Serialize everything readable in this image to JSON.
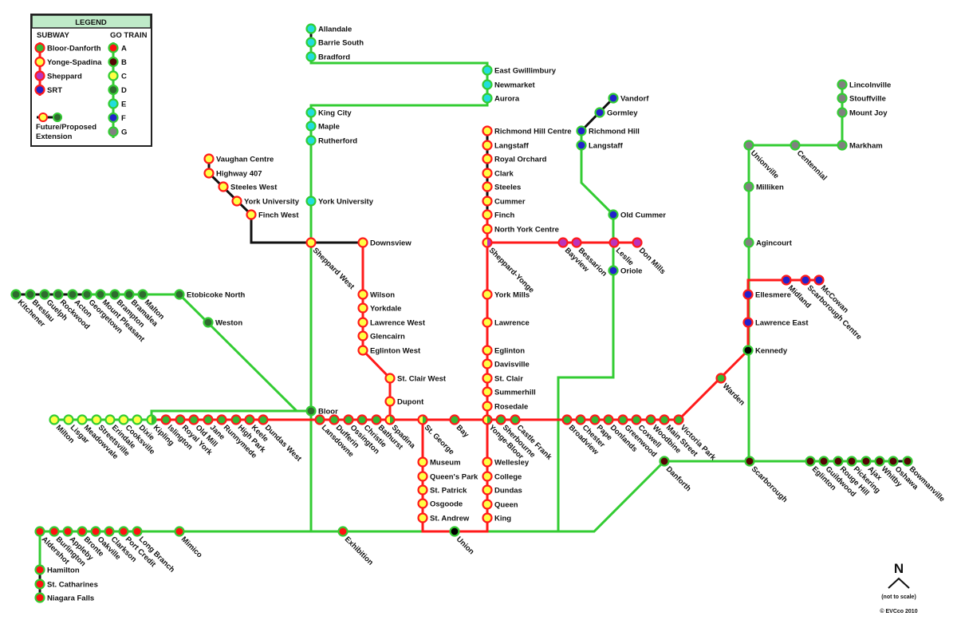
{
  "legend": {
    "title": "LEGEND",
    "subway_heading": "SUBWAY",
    "go_heading": "GO TRAIN",
    "subway_items": [
      {
        "label": "Bloor-Danforth",
        "style": "bd"
      },
      {
        "label": "Yonge-Spadina",
        "style": "ys"
      },
      {
        "label": "Sheppard",
        "style": "sh"
      },
      {
        "label": "SRT",
        "style": "srt"
      }
    ],
    "go_items": [
      {
        "label": "A",
        "style": "goA"
      },
      {
        "label": "B",
        "style": "goB"
      },
      {
        "label": "C",
        "style": "goC"
      },
      {
        "label": "D",
        "style": "goD"
      },
      {
        "label": "E",
        "style": "goE"
      },
      {
        "label": "F",
        "style": "goF"
      },
      {
        "label": "G",
        "style": "goG"
      }
    ],
    "extension_line1": "Future/Proposed",
    "extension_line2": "Extension"
  },
  "colors": {
    "subway_line": "#ff1a1a",
    "go_line": "#33cc33",
    "extension_line": "#111111",
    "legend_header": "#bfeac8"
  },
  "styles": {
    "bd": {
      "fill": "#33bb33",
      "ring": "#ff1a1a"
    },
    "ys": {
      "fill": "#ffff44",
      "ring": "#ff1a1a"
    },
    "sh": {
      "fill": "#bb33bb",
      "ring": "#ff1a1a"
    },
    "srt": {
      "fill": "#2222cc",
      "ring": "#ff1a1a"
    },
    "ys_bd": {
      "fill": "#ffff44",
      "fill2": "#33bb33",
      "ring": "#ff1a1a"
    },
    "ys_sh": {
      "fill": "#ffff44",
      "fill2": "#bb33bb",
      "ring": "#ff1a1a"
    },
    "goC_bd": {
      "fill": "#ffff44",
      "fill2": "#33bb33",
      "ring": "#33cc33"
    },
    "goA": {
      "fill": "#ff1111",
      "ring": "#33cc33"
    },
    "goB": {
      "fill": "#550505",
      "ring": "#33cc33"
    },
    "goC": {
      "fill": "#ffff44",
      "ring": "#33cc33"
    },
    "goD": {
      "fill": "#2f6b2f",
      "ring": "#33cc33"
    },
    "goE": {
      "fill": "#22dddd",
      "ring": "#33cc33"
    },
    "goF": {
      "fill": "#2222cc",
      "ring": "#33cc33"
    },
    "goG": {
      "fill": "#808080",
      "ring": "#33cc33"
    },
    "hub": {
      "fill": "#000000",
      "ring": "#33cc33"
    }
  },
  "lines": {
    "yonge_spadina": [
      {
        "name": "Vaughan Centre",
        "style": "ys"
      },
      {
        "name": "Highway 407",
        "style": "ys"
      },
      {
        "name": "Steeles West",
        "style": "ys"
      },
      {
        "name": "York University",
        "style": "ys"
      },
      {
        "name": "Finch West",
        "style": "ys"
      },
      {
        "name": "Sheppard West",
        "style": "ys"
      },
      {
        "name": "Downsview",
        "style": "ys"
      },
      {
        "name": "Wilson",
        "style": "ys"
      },
      {
        "name": "Yorkdale",
        "style": "ys"
      },
      {
        "name": "Lawrence West",
        "style": "ys"
      },
      {
        "name": "Glencairn",
        "style": "ys"
      },
      {
        "name": "Eglinton West",
        "style": "ys"
      },
      {
        "name": "St. Clair West",
        "style": "ys"
      },
      {
        "name": "Dupont",
        "style": "ys"
      },
      {
        "name": "Spadina",
        "style": "ys_bd"
      },
      {
        "name": "St. George",
        "style": "ys_bd"
      },
      {
        "name": "Museum",
        "style": "ys"
      },
      {
        "name": "Queen's Park",
        "style": "ys"
      },
      {
        "name": "St. Patrick",
        "style": "ys"
      },
      {
        "name": "Osgoode",
        "style": "ys"
      },
      {
        "name": "St. Andrew",
        "style": "ys"
      },
      {
        "name": "King",
        "style": "ys"
      },
      {
        "name": "Queen",
        "style": "ys"
      },
      {
        "name": "Dundas",
        "style": "ys"
      },
      {
        "name": "College",
        "style": "ys"
      },
      {
        "name": "Wellesley",
        "style": "ys"
      },
      {
        "name": "Yonge-Bloor",
        "style": "ys_bd"
      },
      {
        "name": "Rosedale",
        "style": "ys"
      },
      {
        "name": "Summerhill",
        "style": "ys"
      },
      {
        "name": "St. Clair",
        "style": "ys"
      },
      {
        "name": "Davisville",
        "style": "ys"
      },
      {
        "name": "Eglinton",
        "style": "ys"
      },
      {
        "name": "Lawrence",
        "style": "ys"
      },
      {
        "name": "York Mills",
        "style": "ys"
      },
      {
        "name": "Sheppard-Yonge",
        "style": "ys_sh"
      },
      {
        "name": "North York Centre",
        "style": "ys"
      },
      {
        "name": "Finch",
        "style": "ys"
      },
      {
        "name": "Cummer",
        "style": "ys"
      },
      {
        "name": "Steeles",
        "style": "ys"
      },
      {
        "name": "Clark",
        "style": "ys"
      },
      {
        "name": "Royal Orchard",
        "style": "ys"
      },
      {
        "name": "Langstaff",
        "style": "ys"
      },
      {
        "name": "Richmond Hill Centre",
        "style": "ys"
      }
    ],
    "bloor_danforth": [
      {
        "name": "Kipling",
        "style": "goC_bd"
      },
      {
        "name": "Islington",
        "style": "bd"
      },
      {
        "name": "Royal York",
        "style": "bd"
      },
      {
        "name": "Old Mill",
        "style": "bd"
      },
      {
        "name": "Jane",
        "style": "bd"
      },
      {
        "name": "Runnymede",
        "style": "bd"
      },
      {
        "name": "High Park",
        "style": "bd"
      },
      {
        "name": "Keele",
        "style": "bd"
      },
      {
        "name": "Dundas West",
        "style": "bd"
      },
      {
        "name": "Lansdowne",
        "style": "bd"
      },
      {
        "name": "Dufferin",
        "style": "bd"
      },
      {
        "name": "Ossington",
        "style": "bd"
      },
      {
        "name": "Christie",
        "style": "bd"
      },
      {
        "name": "Bathurst",
        "style": "bd"
      },
      {
        "name": "Bay",
        "style": "bd"
      },
      {
        "name": "Sherbourne",
        "style": "bd"
      },
      {
        "name": "Castle Frank",
        "style": "bd"
      },
      {
        "name": "Broadview",
        "style": "bd"
      },
      {
        "name": "Chester",
        "style": "bd"
      },
      {
        "name": "Pape",
        "style": "bd"
      },
      {
        "name": "Donlands",
        "style": "bd"
      },
      {
        "name": "Greenwood",
        "style": "bd"
      },
      {
        "name": "Coxwell",
        "style": "bd"
      },
      {
        "name": "Woodbine",
        "style": "bd"
      },
      {
        "name": "Main Street",
        "style": "bd"
      },
      {
        "name": "Victoria Park",
        "style": "bd"
      },
      {
        "name": "Warden",
        "style": "bd"
      },
      {
        "name": "Kennedy",
        "style": "hub"
      }
    ],
    "sheppard": [
      {
        "name": "Bayview",
        "style": "sh"
      },
      {
        "name": "Bessarion",
        "style": "sh"
      },
      {
        "name": "Leslie",
        "style": "sh"
      },
      {
        "name": "Don Mills",
        "style": "sh"
      }
    ],
    "srt": [
      {
        "name": "Ellesmere",
        "style": "srt"
      },
      {
        "name": "Lawrence East",
        "style": "srt"
      },
      {
        "name": "Midland",
        "style": "srt"
      },
      {
        "name": "Scarborough Centre",
        "style": "srt"
      },
      {
        "name": "McCowan",
        "style": "srt"
      }
    ],
    "go_lakeshore_west": [
      {
        "name": "Aldershot",
        "style": "goA"
      },
      {
        "name": "Burlington",
        "style": "goA"
      },
      {
        "name": "Appleby",
        "style": "goA"
      },
      {
        "name": "Bronte",
        "style": "goA"
      },
      {
        "name": "Oakville",
        "style": "goA"
      },
      {
        "name": "Clarkson",
        "style": "goA"
      },
      {
        "name": "Port Credit",
        "style": "goA"
      },
      {
        "name": "Long Branch",
        "style": "goA"
      },
      {
        "name": "Mimico",
        "style": "goA"
      },
      {
        "name": "Exhibition",
        "style": "goA"
      },
      {
        "name": "Hamilton",
        "style": "goA"
      },
      {
        "name": "St. Catharines",
        "style": "goA"
      },
      {
        "name": "Niagara Falls",
        "style": "goA"
      },
      {
        "name": "Union",
        "style": "hub"
      }
    ],
    "go_lakeshore_east": [
      {
        "name": "Danforth",
        "style": "goB"
      },
      {
        "name": "Scarborough",
        "style": "goB"
      },
      {
        "name": "Eglinton",
        "style": "goB"
      },
      {
        "name": "Guildwood",
        "style": "goB"
      },
      {
        "name": "Rouge Hill",
        "style": "goB"
      },
      {
        "name": "Pickering",
        "style": "goB"
      },
      {
        "name": "Ajax",
        "style": "goB"
      },
      {
        "name": "Whitby",
        "style": "goB"
      },
      {
        "name": "Oshawa",
        "style": "goB"
      },
      {
        "name": "Bowmanville",
        "style": "goB"
      }
    ],
    "go_milton": [
      {
        "name": "Milton",
        "style": "goC"
      },
      {
        "name": "Lisgar",
        "style": "goC"
      },
      {
        "name": "Meadowvale",
        "style": "goC"
      },
      {
        "name": "Streetsville",
        "style": "goC"
      },
      {
        "name": "Erindale",
        "style": "goC"
      },
      {
        "name": "Cooksville",
        "style": "goC"
      },
      {
        "name": "Dixie",
        "style": "goC"
      }
    ],
    "go_georgetown": [
      {
        "name": "Kitchener",
        "style": "goD"
      },
      {
        "name": "Breslau",
        "style": "goD"
      },
      {
        "name": "Guelph",
        "style": "goD"
      },
      {
        "name": "Rockwood",
        "style": "goD"
      },
      {
        "name": "Acton",
        "style": "goD"
      },
      {
        "name": "Georgetown",
        "style": "goD"
      },
      {
        "name": "Mount Pleasant",
        "style": "goD"
      },
      {
        "name": "Brampton",
        "style": "goD"
      },
      {
        "name": "Bramalea",
        "style": "goD"
      },
      {
        "name": "Malton",
        "style": "goD"
      },
      {
        "name": "Etobicoke North",
        "style": "goD"
      },
      {
        "name": "Weston",
        "style": "goD"
      },
      {
        "name": "Bloor",
        "style": "goD"
      }
    ],
    "go_barrie": [
      {
        "name": "Allandale",
        "style": "goE"
      },
      {
        "name": "Barrie South",
        "style": "goE"
      },
      {
        "name": "Bradford",
        "style": "goE"
      },
      {
        "name": "East Gwillimbury",
        "style": "goE"
      },
      {
        "name": "Newmarket",
        "style": "goE"
      },
      {
        "name": "Aurora",
        "style": "goE"
      },
      {
        "name": "King City",
        "style": "goE"
      },
      {
        "name": "Maple",
        "style": "goE"
      },
      {
        "name": "Rutherford",
        "style": "goE"
      },
      {
        "name": "York University",
        "style": "goE"
      }
    ],
    "go_richmond_hill": [
      {
        "name": "Vandorf",
        "style": "goF"
      },
      {
        "name": "Gormley",
        "style": "goF"
      },
      {
        "name": "Richmond Hill",
        "style": "goF"
      },
      {
        "name": "Langstaff",
        "style": "goF"
      },
      {
        "name": "Old Cummer",
        "style": "goF"
      },
      {
        "name": "Oriole",
        "style": "goF"
      }
    ],
    "go_stouffville": [
      {
        "name": "Lincolnville",
        "style": "goG"
      },
      {
        "name": "Stouffville",
        "style": "goG"
      },
      {
        "name": "Mount Joy",
        "style": "goG"
      },
      {
        "name": "Markham",
        "style": "goG"
      },
      {
        "name": "Centennial",
        "style": "goG"
      },
      {
        "name": "Unionville",
        "style": "goG"
      },
      {
        "name": "Milliken",
        "style": "goG"
      },
      {
        "name": "Agincourt",
        "style": "goG"
      }
    ]
  },
  "compass": {
    "letter": "N",
    "note": "(not to scale)"
  },
  "copyright": "© EVCco 2010"
}
